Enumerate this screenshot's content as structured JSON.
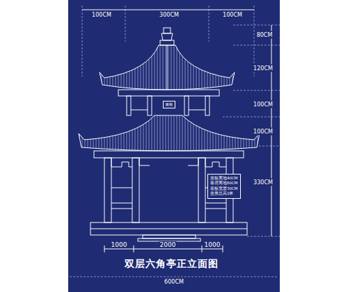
{
  "diagram": {
    "title": "双层六角亭正立面图",
    "nodes": [
      {
        "text": [
          "匾额"
        ]
      },
      {
        "text": [
          "座板离地40CM",
          "靠背离地60CM",
          "座板宽度30CM",
          "坐凳总高1米"
        ]
      }
    ],
    "labels": [
      "100CM",
      "300CM",
      "100CM",
      "80CM",
      "120CM",
      "100CM",
      "100CM",
      "330CM",
      "1000",
      "2000",
      "1000",
      "600CM"
    ]
  }
}
